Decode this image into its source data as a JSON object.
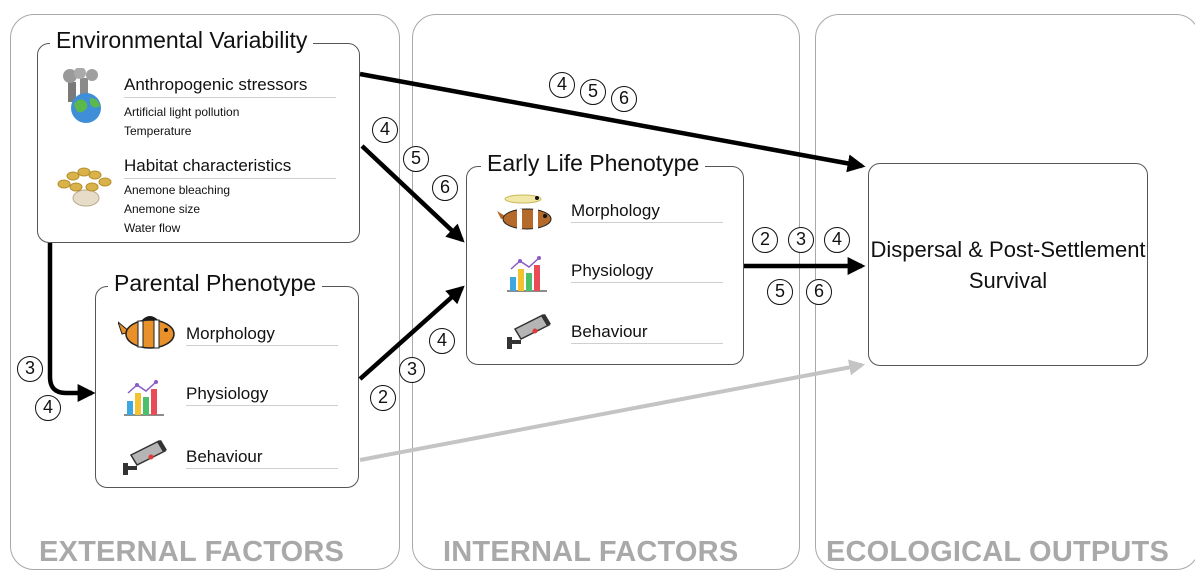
{
  "columns": {
    "external": "EXTERNAL FACTORS",
    "internal": "INTERNAL FACTORS",
    "ecological": "ECOLOGICAL OUTPUTS"
  },
  "env": {
    "title": "Environmental Variability",
    "anthro": {
      "title": "Anthropogenic stressors",
      "items": [
        "Artificial light pollution",
        "Temperature"
      ]
    },
    "habitat": {
      "title": "Habitat characteristics",
      "items": [
        "Anemone bleaching",
        "Anemone size",
        "Water flow"
      ]
    }
  },
  "parental": {
    "title": "Parental Phenotype",
    "items": [
      "Morphology",
      "Physiology",
      "Behaviour"
    ]
  },
  "early": {
    "title": "Early Life Phenotype",
    "items": [
      "Morphology",
      "Physiology",
      "Behaviour"
    ]
  },
  "dispersal": {
    "title": "Dispersal & Post-Settlement Survival"
  },
  "links": {
    "env_to_dispersal": [
      "4",
      "5",
      "6"
    ],
    "env_to_early": [
      "4",
      "5",
      "6"
    ],
    "env_to_parental": [
      "3",
      "4"
    ],
    "parental_to_early": [
      "2",
      "3",
      "4"
    ],
    "early_to_dispersal": [
      "2",
      "3",
      "4",
      "5",
      "6"
    ]
  },
  "colors": {
    "arrow": "#000000",
    "faint_arrow": "#c4c4c4",
    "column_label": "#a9a9a9",
    "fish_orange": "#e8902a",
    "fish_stripe": "#ffffff",
    "anemone": "#d9b24a"
  },
  "icons": [
    "smokestack-earth-icon",
    "anemone-icon",
    "clownfish-icon",
    "larva-fish-icon",
    "bar-chart-icon",
    "camera-icon"
  ]
}
